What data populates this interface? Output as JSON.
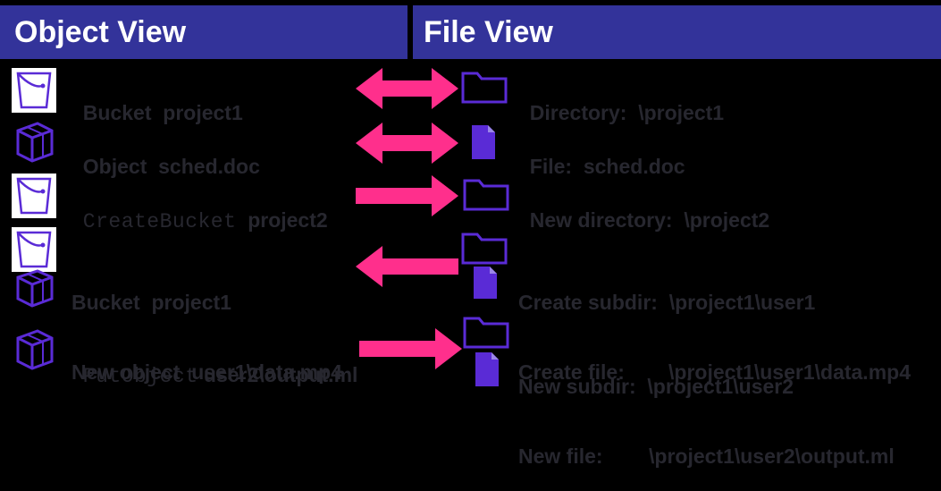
{
  "header": {
    "left_title": "Object View",
    "right_title": "File View"
  },
  "rows": [
    {
      "left_lines": [
        {
          "keyword": "Bucket",
          "value": "project1"
        }
      ],
      "right_lines": [
        {
          "label": "Directory:",
          "path": "\\project1"
        }
      ],
      "arrow": "both"
    },
    {
      "left_lines": [
        {
          "keyword": "Object",
          "value": "sched.doc"
        }
      ],
      "right_lines": [
        {
          "label": "File:",
          "path": "sched.doc"
        }
      ],
      "arrow": "both"
    },
    {
      "left_lines": [
        {
          "keyword": "CreateBucket",
          "value": "project2"
        }
      ],
      "right_lines": [
        {
          "label": "New directory:",
          "path": "\\project2"
        }
      ],
      "arrow": "right"
    },
    {
      "left_lines": [
        {
          "keyword": "Bucket",
          "value": "project1"
        },
        {
          "keyword": "New object",
          "value": "user1\\data.mp4"
        }
      ],
      "right_lines": [
        {
          "label": "Create subdir:",
          "path": "\\project1\\user1"
        },
        {
          "label": "Create file:",
          "path": "\\project1\\user1\\data.mp4"
        }
      ],
      "arrow": "left"
    },
    {
      "left_lines": [
        {
          "keyword": "PutObject",
          "value": "user2\\output.ml"
        }
      ],
      "right_lines": [
        {
          "label": "New subdir:",
          "path": "\\project1\\user2"
        },
        {
          "label": "New file:",
          "path": "\\project1\\user2\\output.ml"
        }
      ],
      "arrow": "right"
    }
  ],
  "colors": {
    "header_bg": "#33339a",
    "icon_purple": "#5a2bd6",
    "arrow_pink": "#ff2f8c",
    "text": "#27272f"
  }
}
